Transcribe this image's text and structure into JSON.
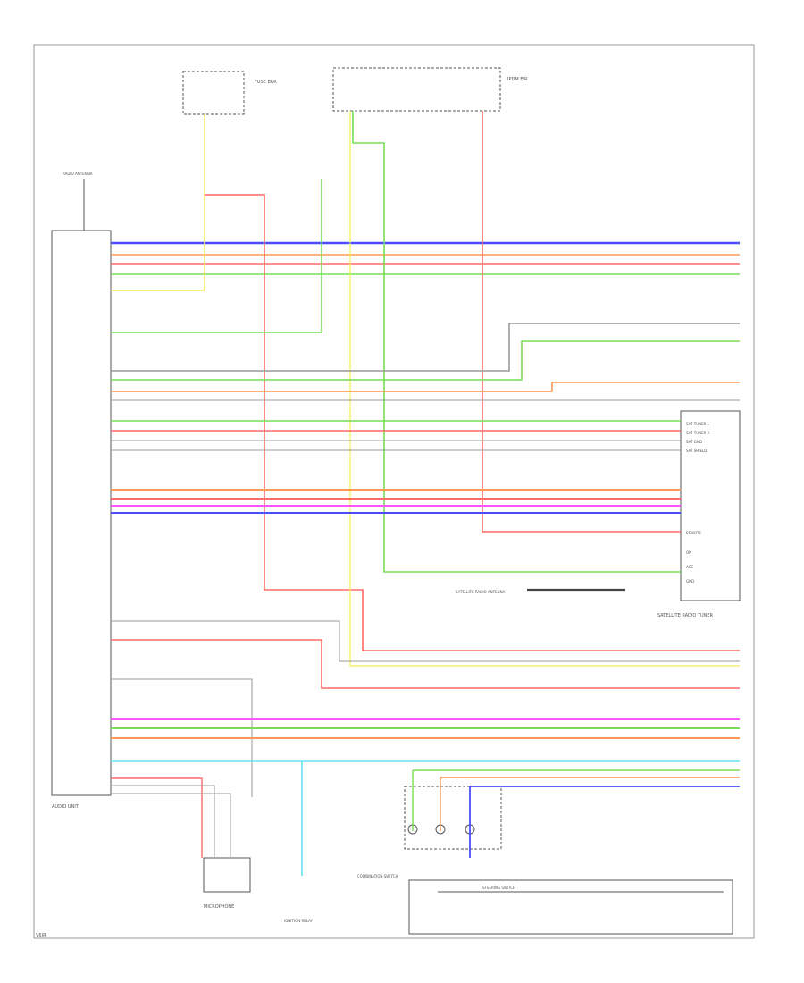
{
  "labels": {
    "audio_unit": "AUDIO UNIT",
    "satellite_radio_tuner": "SATELLITE RADIO TUNER",
    "satellite_radio_antenna": "SATELLITE RADIO ANTENNA",
    "radio_antenna": "RADIO ANTENNA",
    "combination_switch": "COMBINATION SWITCH",
    "steering_switch": "STEERING SWITCH",
    "fuse_box": "FUSE BOX",
    "ipdm": "IPDM E/R",
    "microphone": "MICROPHONE",
    "ignition_relay": "IGNITION RELAY",
    "page_code": "V6IR",
    "tuner_lines": [
      "SAT TUNER L",
      "SAT TUNER R",
      "SAT GND",
      "SAT SHIELD",
      "REMOTE",
      "ON",
      "ACC",
      "GND"
    ]
  },
  "colors": {
    "blue": "#4b4bff",
    "red": "#ff6a6a",
    "orange": "#ff9955",
    "green": "#77dd55",
    "gray": "#999999",
    "magenta": "#ff55ff",
    "yellow": "#eeee55",
    "cyan": "#66e0ee",
    "dark": "#444444"
  }
}
